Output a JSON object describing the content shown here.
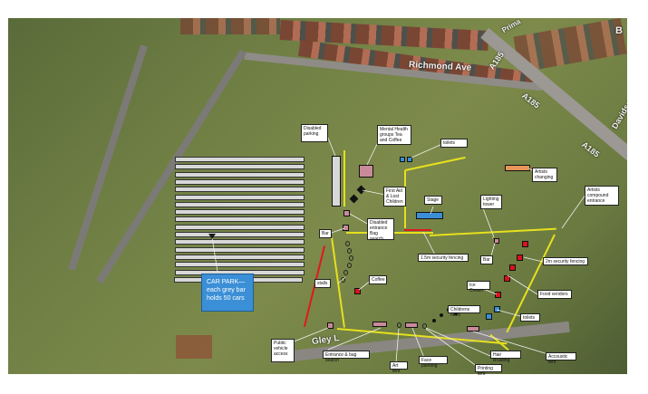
{
  "roads": {
    "richmond": "Richmond Ave",
    "a185a": "A185",
    "a185b": "A185",
    "a185c": "A185",
    "davidson": "Davidson R",
    "gley": "Gley L",
    "corner": "B",
    "road_small": "Prima"
  },
  "car_park_note": "CAR PARK— each grey bar holds 50 cars",
  "labels": {
    "disabled_parking": "Disabled parking",
    "mental_health": "Mental Health groups Tea and Coffee",
    "toilets_top": "toilets",
    "artists_changing": "Artists changing",
    "first_aid": "First Aid & Lost Children",
    "stage": "Stage",
    "lighting_tower": "Lighting tower",
    "artists_compound": "Artists compound entrance",
    "disabled_entrance": "Disabled entrance Bag search",
    "bar_left": "Bar",
    "security_fencing_15": "1.5m security fencing",
    "bar_right": "Bar",
    "security_fencing_2": "2m security fencing",
    "coffee": "Coffee",
    "stalls": "stalls",
    "ice_cream": "Ice Cream",
    "food_vendors": "Food vendors",
    "childrens_rides": "Childrens rides",
    "toilets_bottom": "toilets",
    "public_vehicle": "Public vehicle access",
    "entrance_bag": "Entrance & bag search",
    "art_tent": "Art tent",
    "face_painting": "Face painting",
    "hair_braiding": "Hair Braiding",
    "printing_tent": "Printing tent",
    "acoustic_tent": "Accoustic tent"
  },
  "colors": {
    "food_marker": "#d7141b",
    "pink_marker": "#c98a9a",
    "blue_marker": "#3b8fd6",
    "orange_marker": "#e8955a",
    "fence_yellow": "#e6e01e",
    "fence_red": "#e01919"
  }
}
